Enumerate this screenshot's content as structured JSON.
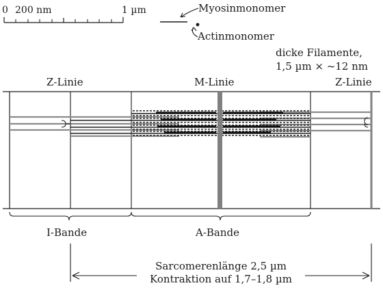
{
  "scale_bar": {
    "tick_start": "0",
    "tick_mid": "200 nm",
    "tick_end": "1 µm"
  },
  "legend": {
    "myosin": "Myosinmonomer",
    "actin": "Actinmonomer",
    "thick_filaments_line1": "dicke Filamente,",
    "thick_filaments_line2": "1,5 µm × ~12 nm"
  },
  "labels": {
    "z_line_left": "Z-Linie",
    "m_line": "M-Linie",
    "z_line_right": "Z-Linie",
    "i_band": "I-Bande",
    "a_band": "A-Bande",
    "sarcomere_length": "Sarcomerenlänge 2,5 µm",
    "contraction": "Kontraktion auf 1,7–1,8 µm"
  },
  "colors": {
    "line": "#1a1a1a",
    "thin_filament": "#8a8a8a",
    "m_line": "#808080"
  }
}
